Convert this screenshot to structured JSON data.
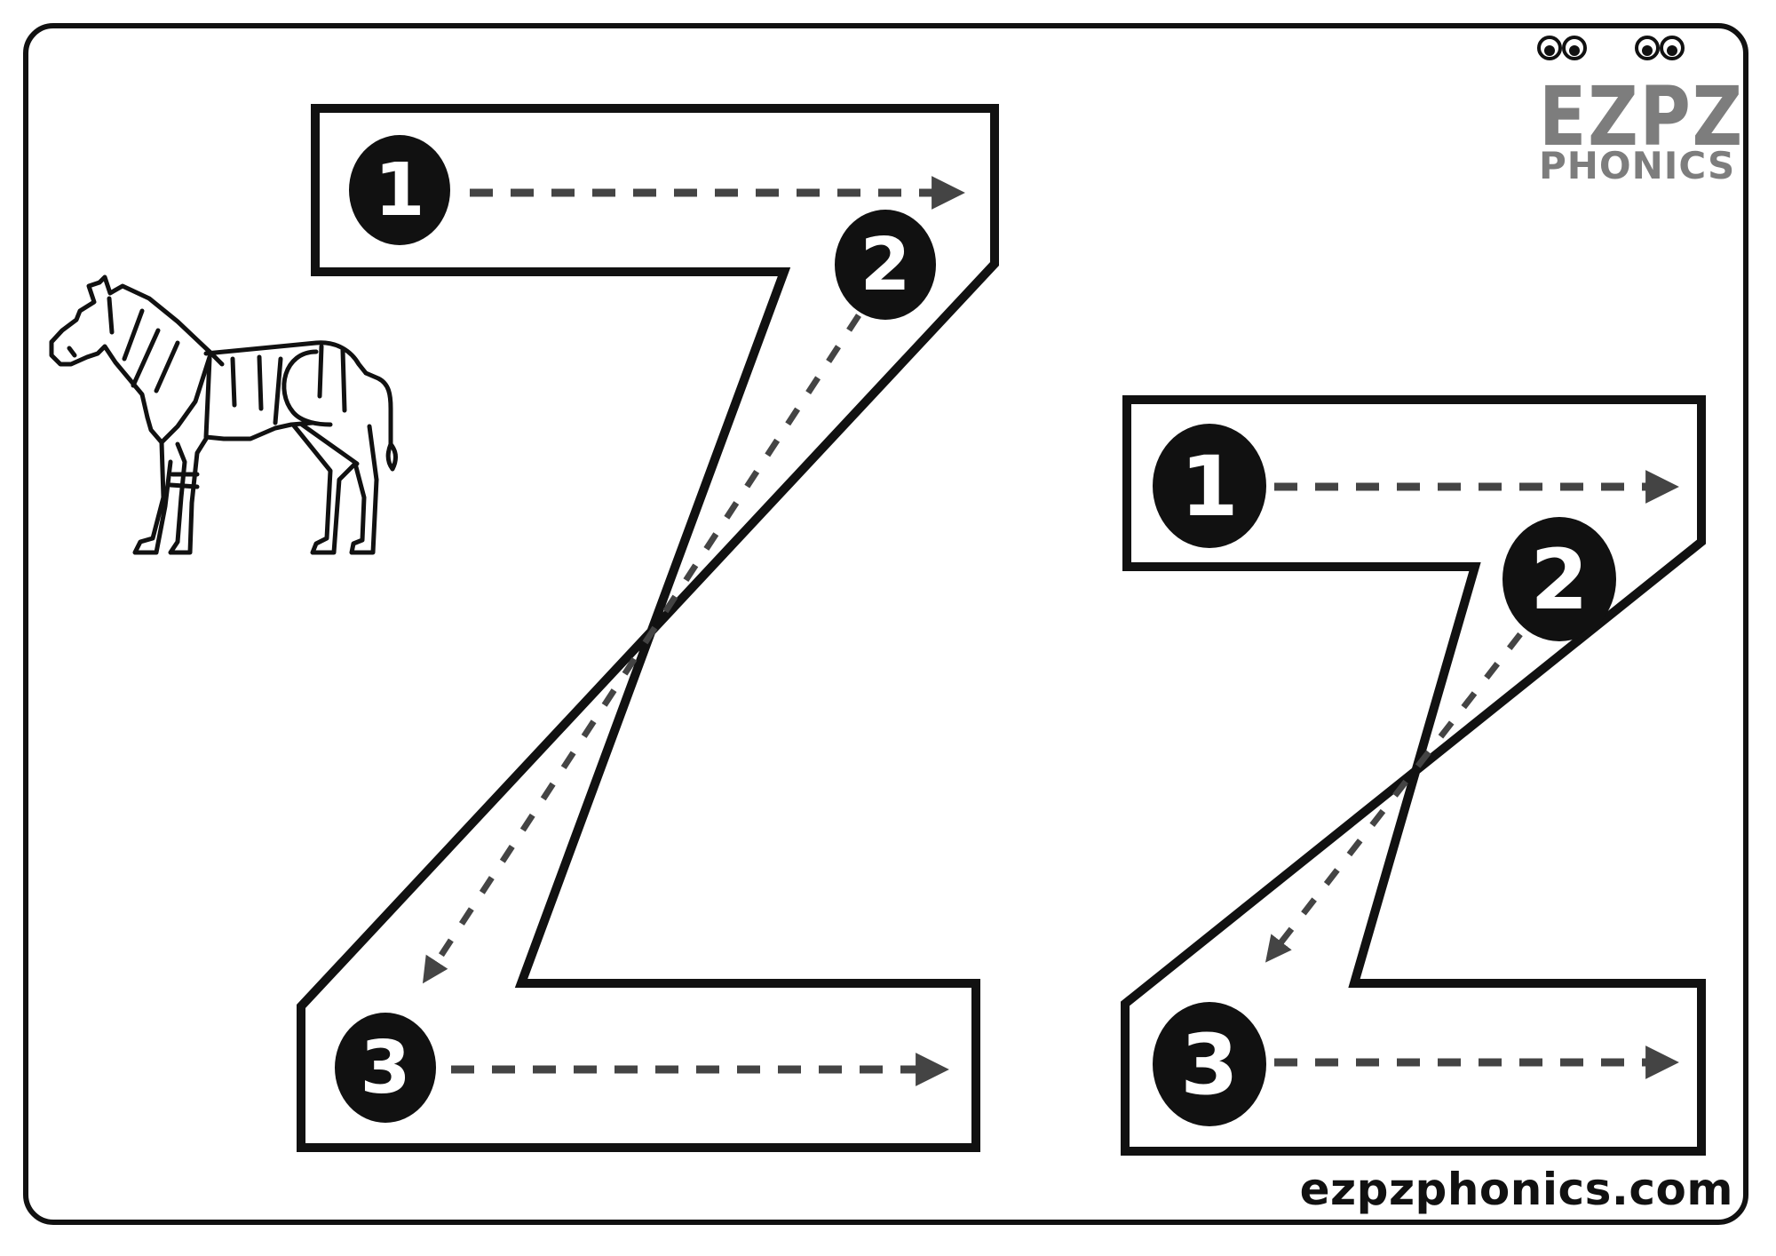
{
  "worksheet": {
    "letter_upper": "Z",
    "letter_lower": "z",
    "picture": "zebra-icon",
    "stroke_numbers": [
      "1",
      "2",
      "3"
    ],
    "colors": {
      "outline": "#111111",
      "arrow": "#444444",
      "logo_gray": "#7d7d7d",
      "background": "#ffffff"
    }
  },
  "logo": {
    "line1": "EZPZ",
    "line2": "PHONICS"
  },
  "footer": {
    "url": "ezpzphonics.com"
  },
  "strokes": {
    "upper": [
      {
        "number": "1",
        "direction": "right"
      },
      {
        "number": "2",
        "direction": "down-left"
      },
      {
        "number": "3",
        "direction": "right"
      }
    ],
    "lower": [
      {
        "number": "1",
        "direction": "right"
      },
      {
        "number": "2",
        "direction": "down-left"
      },
      {
        "number": "3",
        "direction": "right"
      }
    ]
  }
}
